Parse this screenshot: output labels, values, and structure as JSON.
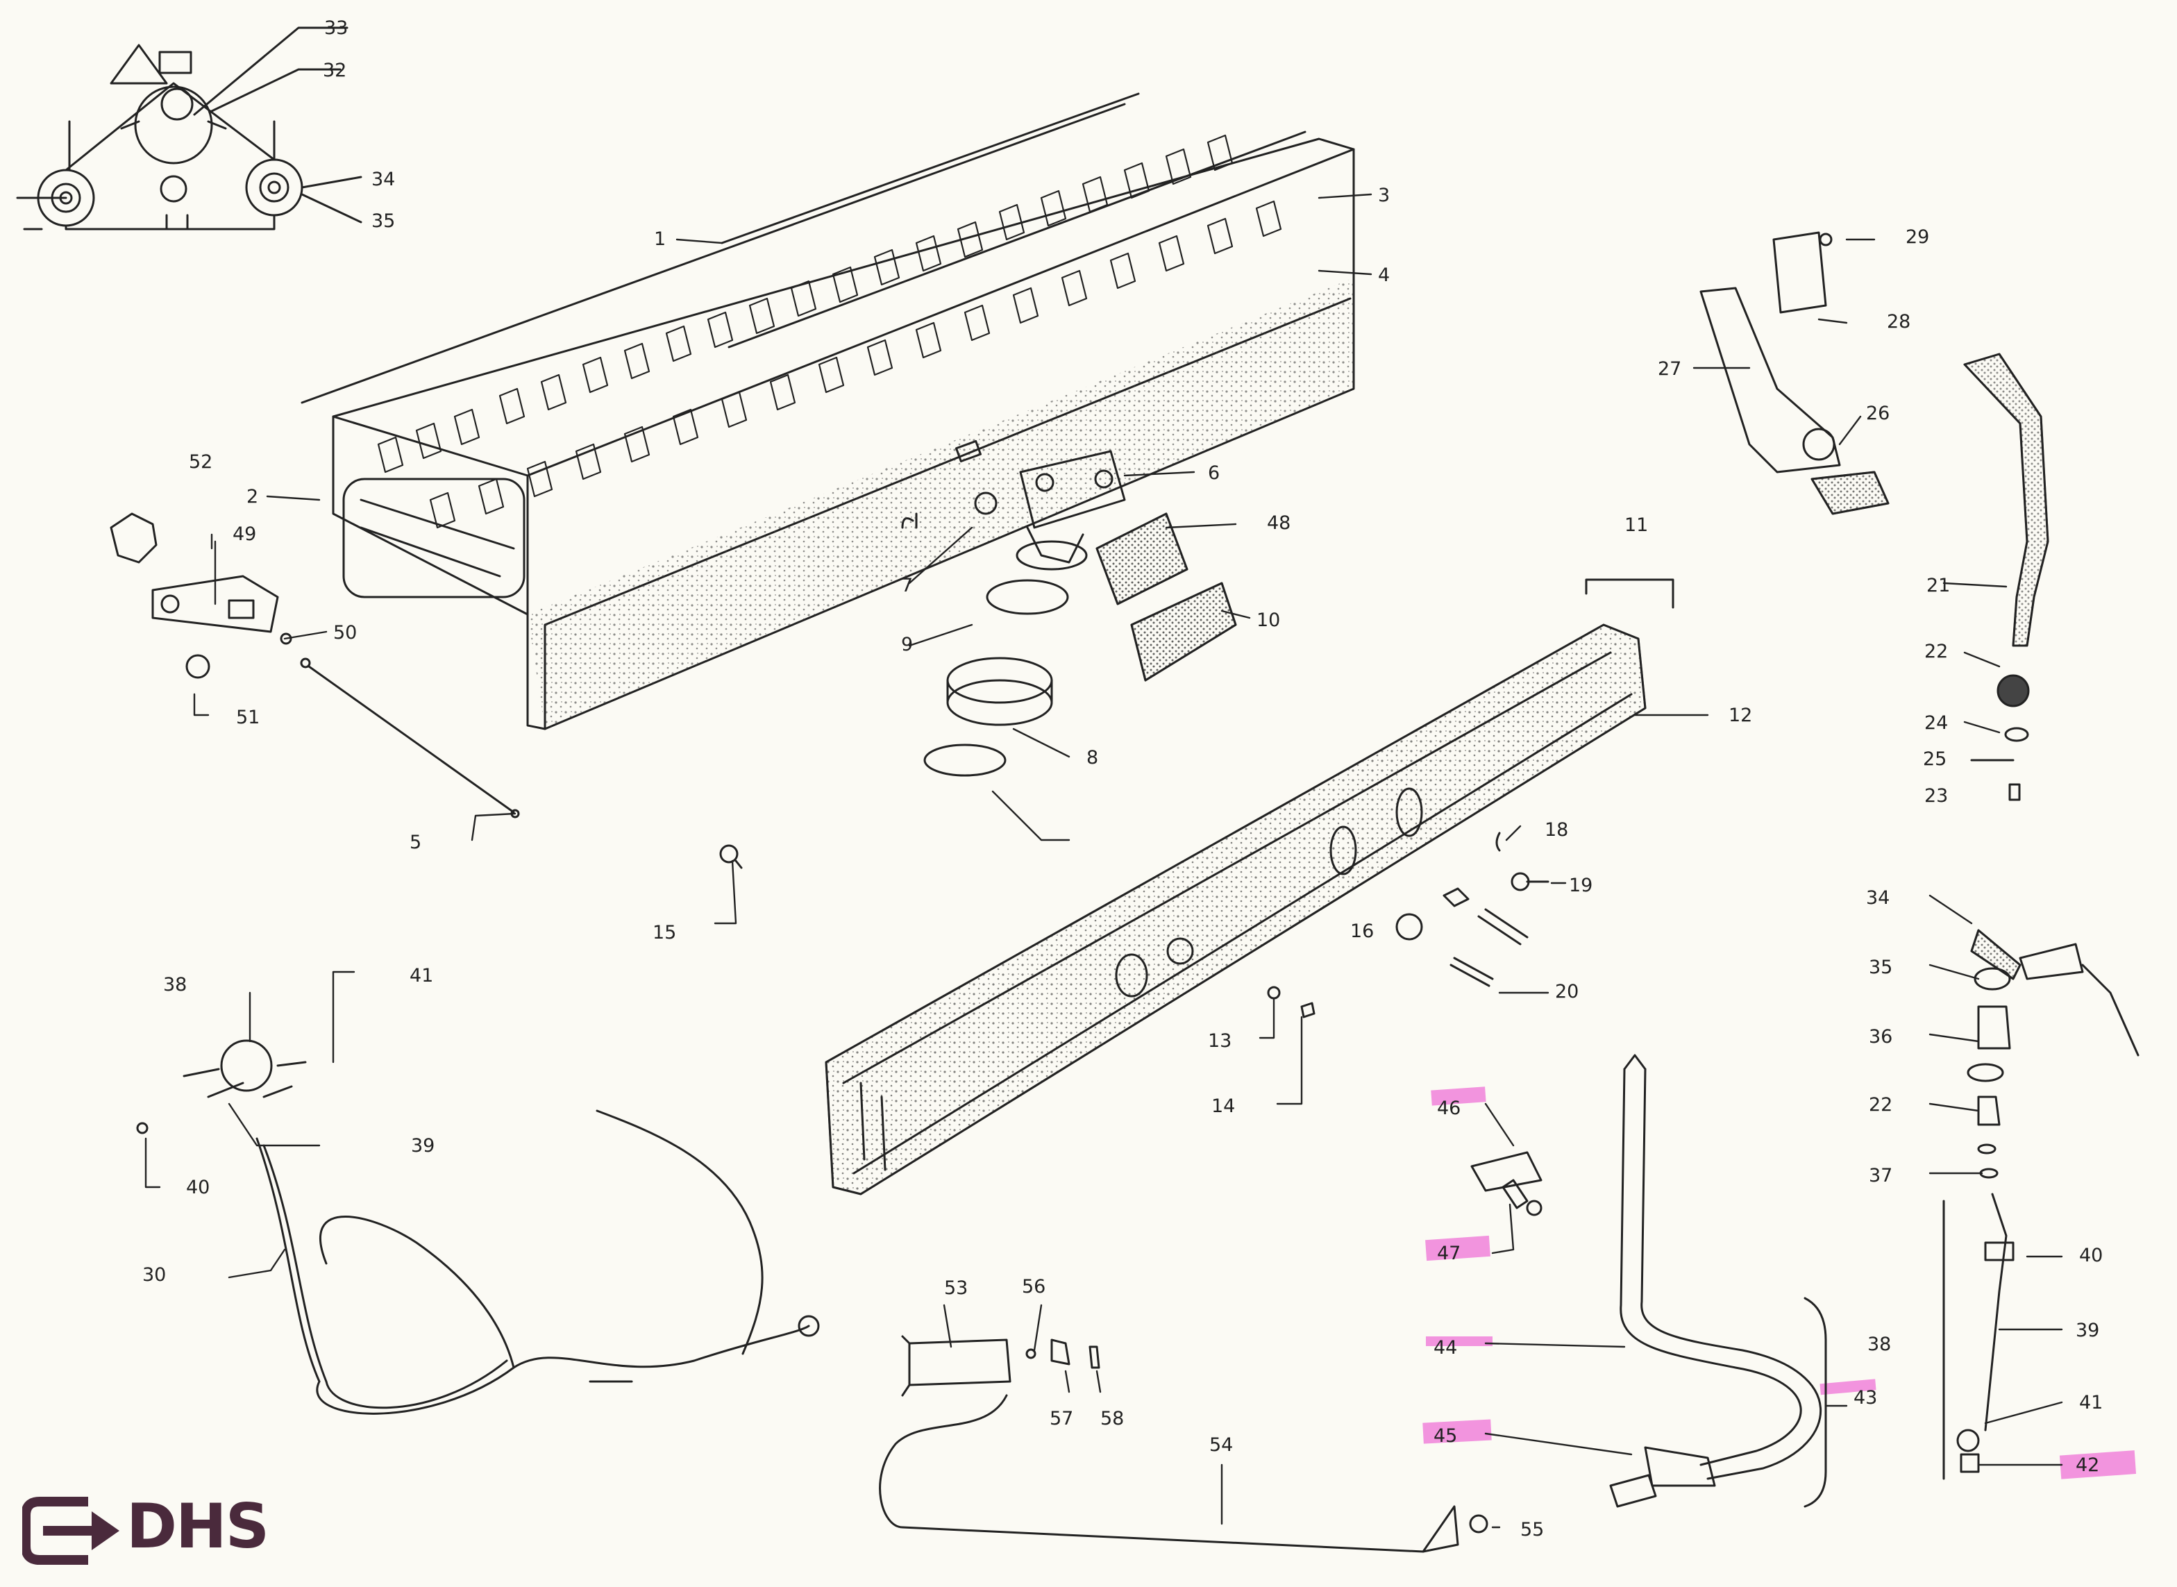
{
  "brand": {
    "name": "DHS",
    "color": "#4a2a3c"
  },
  "highlight_color": "#f07ad8",
  "callouts": [
    {
      "id": "c33",
      "text": "33"
    },
    {
      "id": "c32",
      "text": "32"
    },
    {
      "id": "c34a",
      "text": "34"
    },
    {
      "id": "c35a",
      "text": "35"
    },
    {
      "id": "c1",
      "text": "1"
    },
    {
      "id": "c3",
      "text": "3"
    },
    {
      "id": "c4",
      "text": "4"
    },
    {
      "id": "c29",
      "text": "29"
    },
    {
      "id": "c28",
      "text": "28"
    },
    {
      "id": "c27",
      "text": "27"
    },
    {
      "id": "c26",
      "text": "26"
    },
    {
      "id": "c52",
      "text": "52"
    },
    {
      "id": "c2",
      "text": "2"
    },
    {
      "id": "c49",
      "text": "49"
    },
    {
      "id": "c50",
      "text": "50"
    },
    {
      "id": "c51",
      "text": "51"
    },
    {
      "id": "c6",
      "text": "6"
    },
    {
      "id": "c48",
      "text": "48"
    },
    {
      "id": "c7",
      "text": "7"
    },
    {
      "id": "c9",
      "text": "9"
    },
    {
      "id": "c10",
      "text": "10"
    },
    {
      "id": "c8",
      "text": "8"
    },
    {
      "id": "c11",
      "text": "11"
    },
    {
      "id": "c12",
      "text": "12"
    },
    {
      "id": "c21",
      "text": "21"
    },
    {
      "id": "c22a",
      "text": "22"
    },
    {
      "id": "c24",
      "text": "24"
    },
    {
      "id": "c25",
      "text": "25"
    },
    {
      "id": "c23",
      "text": "23"
    },
    {
      "id": "c5",
      "text": "5"
    },
    {
      "id": "c18",
      "text": "18"
    },
    {
      "id": "c19",
      "text": "19"
    },
    {
      "id": "c15",
      "text": "15"
    },
    {
      "id": "c16",
      "text": "16"
    },
    {
      "id": "c20",
      "text": "20"
    },
    {
      "id": "c13",
      "text": "13"
    },
    {
      "id": "c14",
      "text": "14"
    },
    {
      "id": "c34b",
      "text": "34"
    },
    {
      "id": "c35b",
      "text": "35"
    },
    {
      "id": "c36",
      "text": "36"
    },
    {
      "id": "c22b",
      "text": "22"
    },
    {
      "id": "c37",
      "text": "37"
    },
    {
      "id": "c38a",
      "text": "38"
    },
    {
      "id": "c41a",
      "text": "41"
    },
    {
      "id": "c39a",
      "text": "39"
    },
    {
      "id": "c40a",
      "text": "40"
    },
    {
      "id": "c30",
      "text": "30"
    },
    {
      "id": "c46",
      "text": "46",
      "highlighted": true
    },
    {
      "id": "c47",
      "text": "47",
      "highlighted": true
    },
    {
      "id": "c44",
      "text": "44",
      "highlighted": true
    },
    {
      "id": "c45",
      "text": "45",
      "highlighted": true
    },
    {
      "id": "c43",
      "text": "43",
      "highlighted": true
    },
    {
      "id": "c42",
      "text": "42",
      "highlighted": true
    },
    {
      "id": "c38b",
      "text": "38"
    },
    {
      "id": "c40b",
      "text": "40"
    },
    {
      "id": "c39b",
      "text": "39"
    },
    {
      "id": "c41b",
      "text": "41"
    },
    {
      "id": "c53",
      "text": "53"
    },
    {
      "id": "c56",
      "text": "56"
    },
    {
      "id": "c57",
      "text": "57"
    },
    {
      "id": "c58",
      "text": "58"
    },
    {
      "id": "c54",
      "text": "54"
    },
    {
      "id": "c55",
      "text": "55"
    }
  ]
}
